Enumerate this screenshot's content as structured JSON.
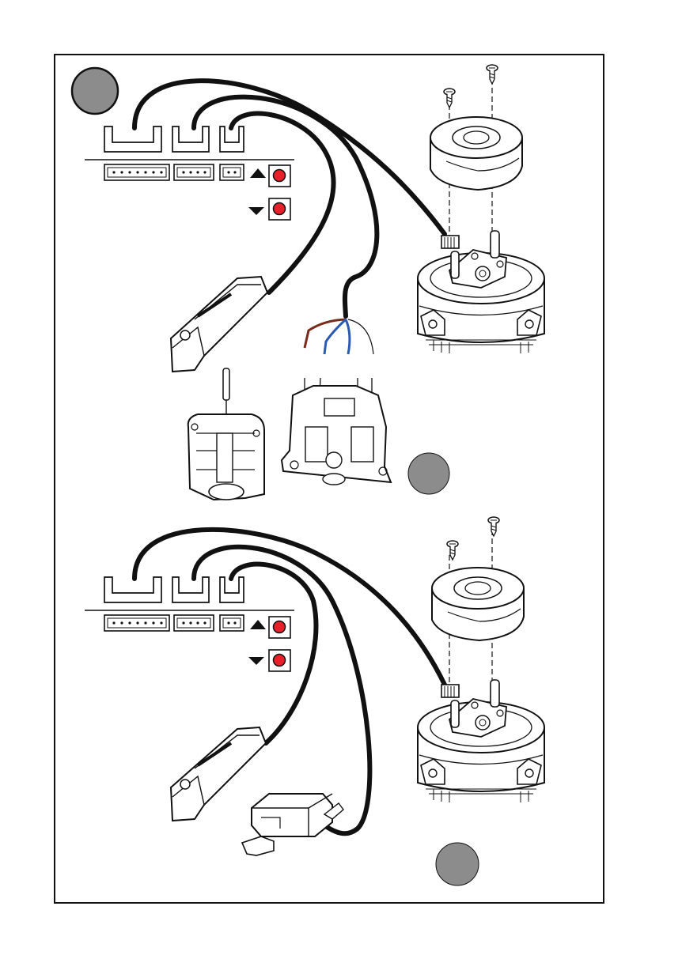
{
  "diagram": {
    "colors": {
      "stroke": "#111111",
      "cable": "#111111",
      "button_led": "#e8202a",
      "step_badge": "#8c8c8c",
      "wire_brown": "#7a2a1a",
      "wire_blue": "#2a5bb0",
      "wire_white": "#ffffff"
    },
    "step_badges": [
      "",
      "",
      ""
    ],
    "panels": [
      {
        "name": "panel-upper",
        "controls": [
          {
            "icon": "arrow-up-icon",
            "button": "up-button"
          },
          {
            "icon": "arrow-down-icon",
            "button": "down-button"
          }
        ],
        "connectors": [
          "connector-7pin",
          "connector-4pin",
          "connector-2pin"
        ]
      },
      {
        "name": "panel-lower",
        "controls": [
          {
            "icon": "arrow-up-icon",
            "button": "up-button"
          },
          {
            "icon": "arrow-down-icon",
            "button": "down-button"
          }
        ],
        "connectors": [
          "connector-7pin",
          "connector-4pin",
          "connector-2pin"
        ]
      }
    ]
  }
}
